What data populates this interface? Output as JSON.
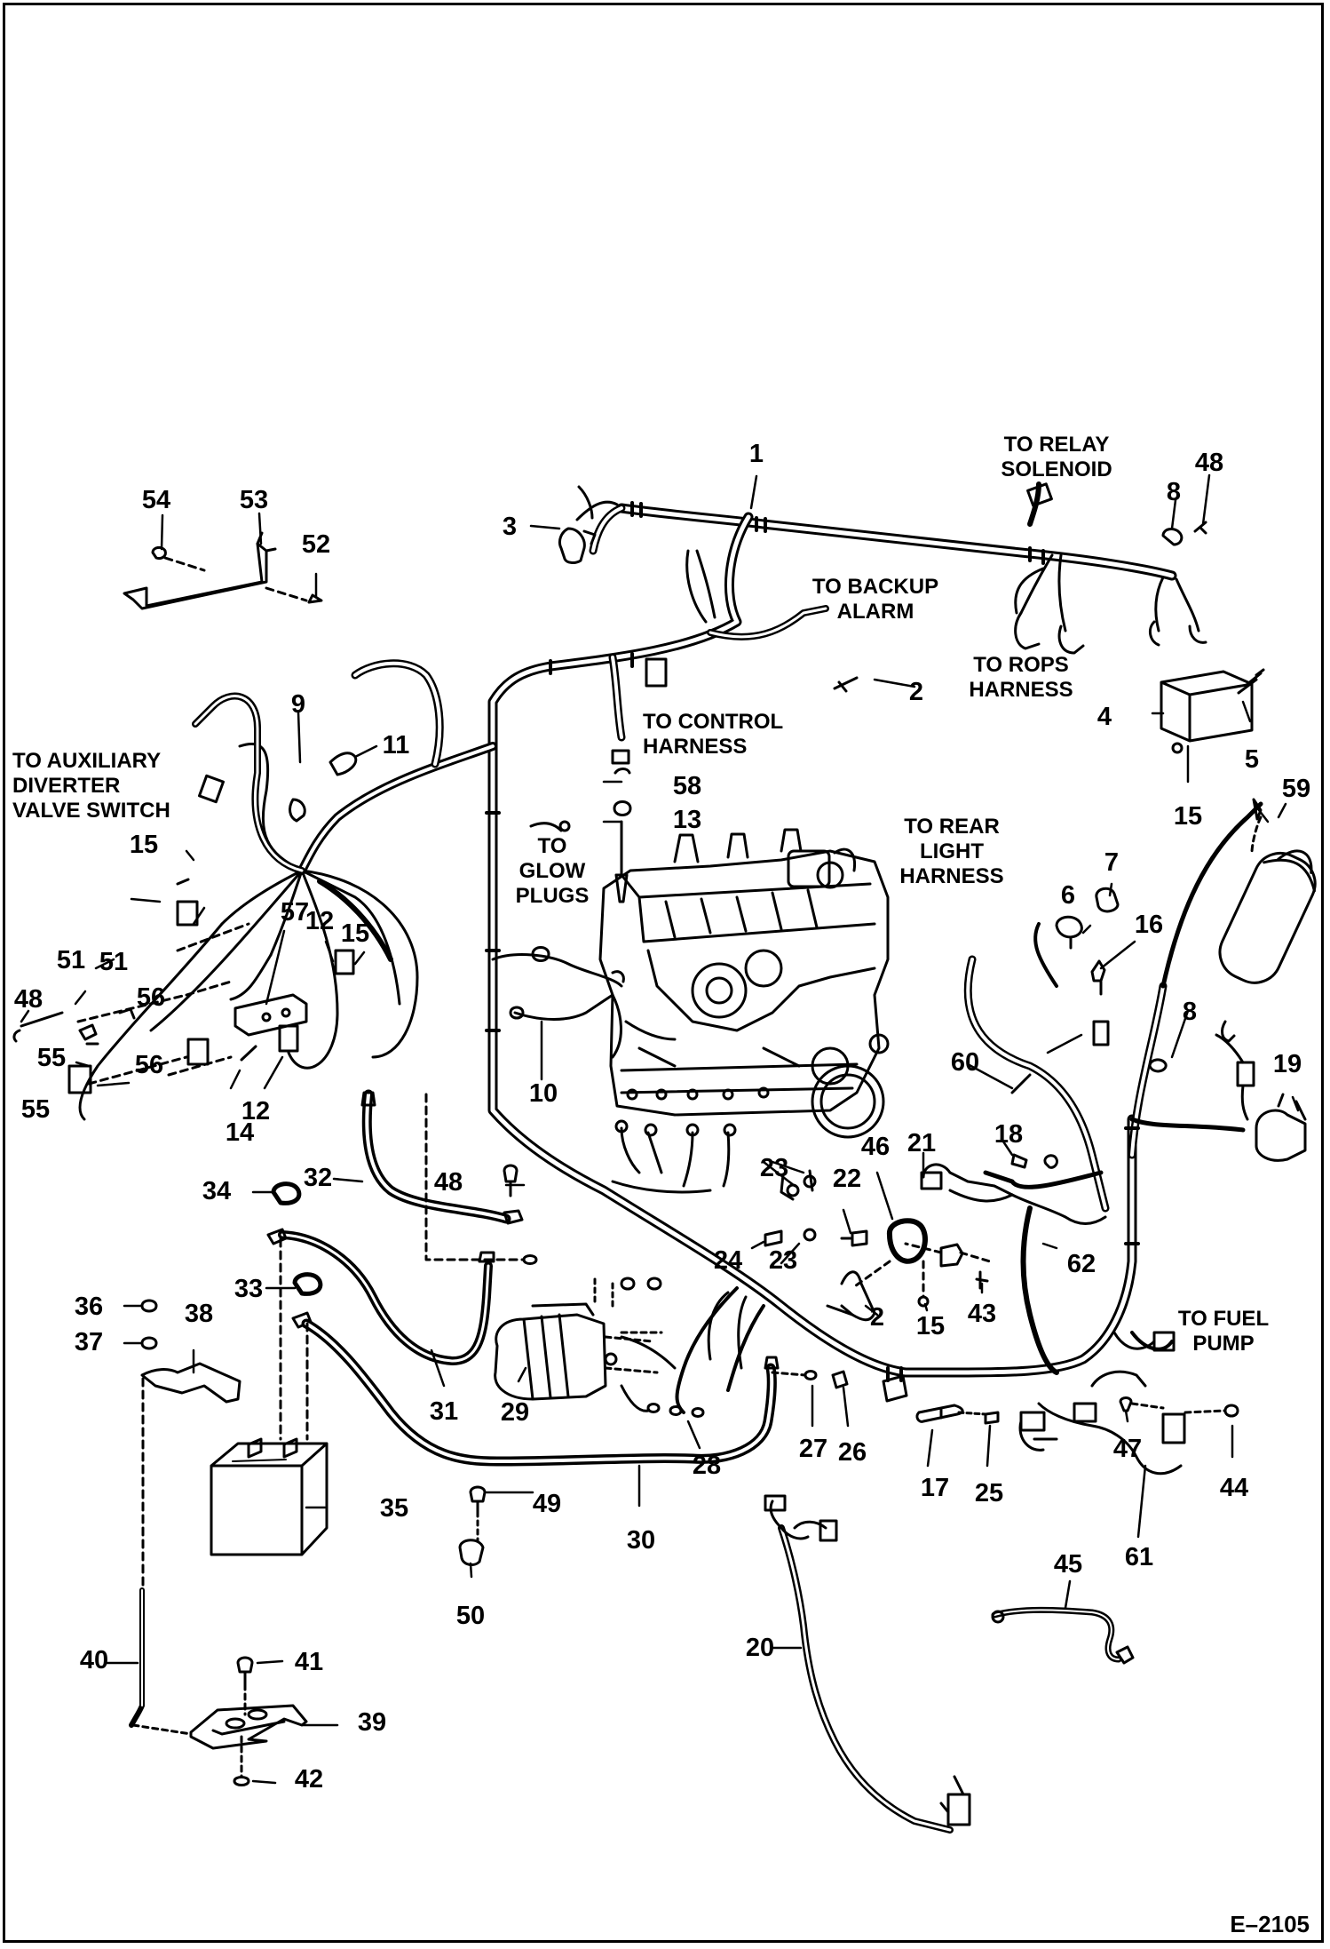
{
  "figure_code": "E–2105",
  "captions": [
    {
      "id": "relay-solenoid",
      "lines": [
        "TO RELAY",
        "SOLENOID"
      ]
    },
    {
      "id": "backup-alarm",
      "lines": [
        "TO BACKUP",
        "ALARM"
      ]
    },
    {
      "id": "rops-harness",
      "lines": [
        "TO ROPS",
        "HARNESS"
      ]
    },
    {
      "id": "control-harness",
      "lines": [
        "TO CONTROL",
        "HARNESS"
      ]
    },
    {
      "id": "auxiliary-diverter",
      "lines": [
        "TO AUXILIARY",
        "DIVERTER",
        "VALVE SWITCH"
      ]
    },
    {
      "id": "glow-plugs",
      "lines": [
        "TO",
        "GLOW",
        "PLUGS"
      ]
    },
    {
      "id": "rear-light-harness",
      "lines": [
        "TO REAR",
        "LIGHT",
        "HARNESS"
      ]
    },
    {
      "id": "fuel-pump",
      "lines": [
        "TO FUEL",
        "PUMP"
      ]
    }
  ],
  "callouts": [
    "1",
    "2",
    "2",
    "3",
    "4",
    "5",
    "6",
    "7",
    "8",
    "8",
    "9",
    "10",
    "11",
    "12",
    "12",
    "13",
    "14",
    "15",
    "15",
    "15",
    "15",
    "16",
    "17",
    "18",
    "19",
    "20",
    "21",
    "22",
    "23",
    "23",
    "24",
    "25",
    "26",
    "27",
    "28",
    "29",
    "30",
    "31",
    "32",
    "33",
    "34",
    "35",
    "36",
    "37",
    "38",
    "39",
    "40",
    "41",
    "42",
    "43",
    "44",
    "45",
    "46",
    "47",
    "48",
    "48",
    "48",
    "49",
    "50",
    "51",
    "51",
    "52",
    "53",
    "54",
    "55",
    "55",
    "56",
    "56",
    "57",
    "58",
    "59",
    "60",
    "61",
    "62"
  ]
}
